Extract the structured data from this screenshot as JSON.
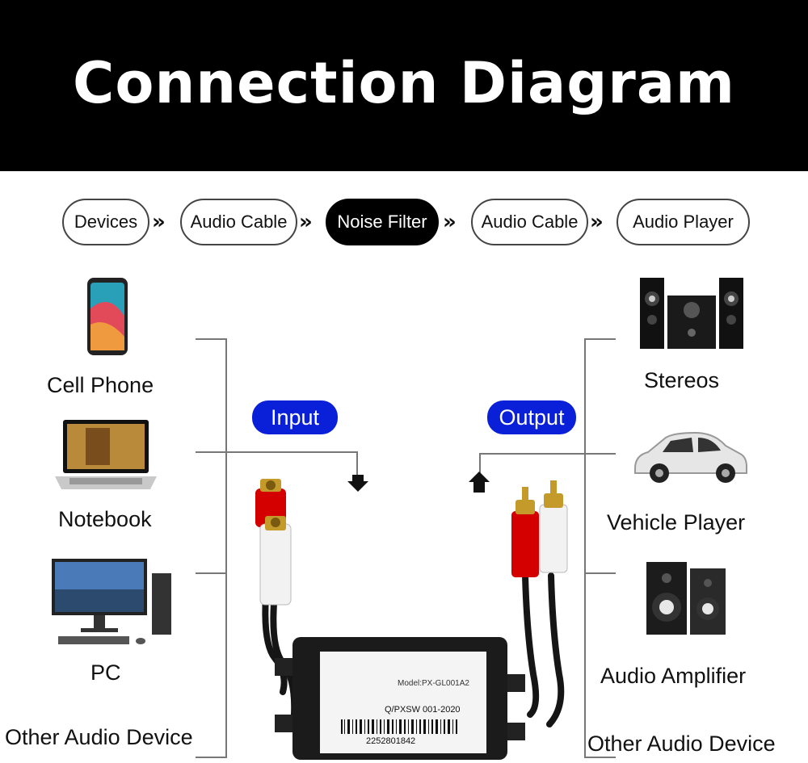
{
  "title": "Connection Diagram",
  "flow": {
    "steps": [
      "Devices",
      "Audio Cable",
      "Noise Filter",
      "Audio Cable",
      "Audio Player"
    ],
    "active_index": 2
  },
  "inputs": {
    "badge": "Input",
    "devices": [
      "Cell Phone",
      "Notebook",
      "PC",
      "Other Audio Device"
    ]
  },
  "outputs": {
    "badge": "Output",
    "devices": [
      "Stereos",
      "Vehicle Player",
      "Audio Amplifier",
      "Other Audio Device"
    ]
  },
  "filter": {
    "model": "Model:PX-GL001A2",
    "standard": "Q/PXSW 001-2020",
    "barcode_number": "2252801842"
  },
  "colors": {
    "badge": "#0a1fd8",
    "header": "#000000",
    "rca_red": "#d40000"
  }
}
